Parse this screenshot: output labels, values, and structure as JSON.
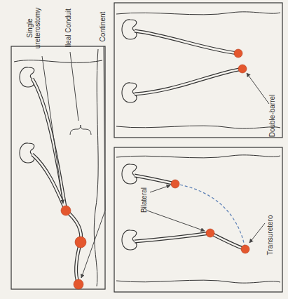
{
  "diagram": {
    "labels": [
      "Single ureterostomy",
      "Ileal Conduit",
      "Continent",
      "Double-barrel",
      "Bilateral",
      "Transuretero"
    ]
  }
}
